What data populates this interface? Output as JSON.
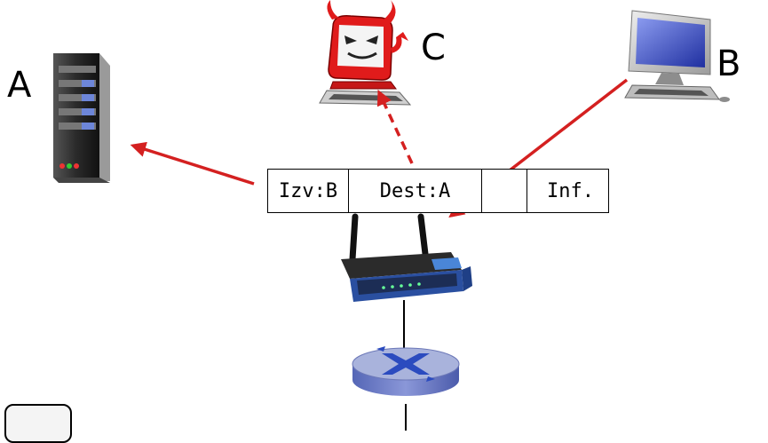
{
  "nodes": {
    "a": {
      "label": "A",
      "icon": "server-icon"
    },
    "b": {
      "label": "B",
      "icon": "desktop-computer-icon"
    },
    "c": {
      "label": "C",
      "icon": "devil-computer-icon"
    }
  },
  "packet": {
    "source": "Izv:B",
    "destination": "Dest:A",
    "empty": "",
    "info": "Inf."
  },
  "devices": {
    "router": "wireless-router-icon",
    "switch": "network-switch-icon"
  },
  "colors": {
    "arrow": "#d42020",
    "devil": "#e01b1b",
    "switch_top": "#a9b3dc",
    "switch_x": "#2b4bbf",
    "router_blue": "#2a4fa0"
  }
}
